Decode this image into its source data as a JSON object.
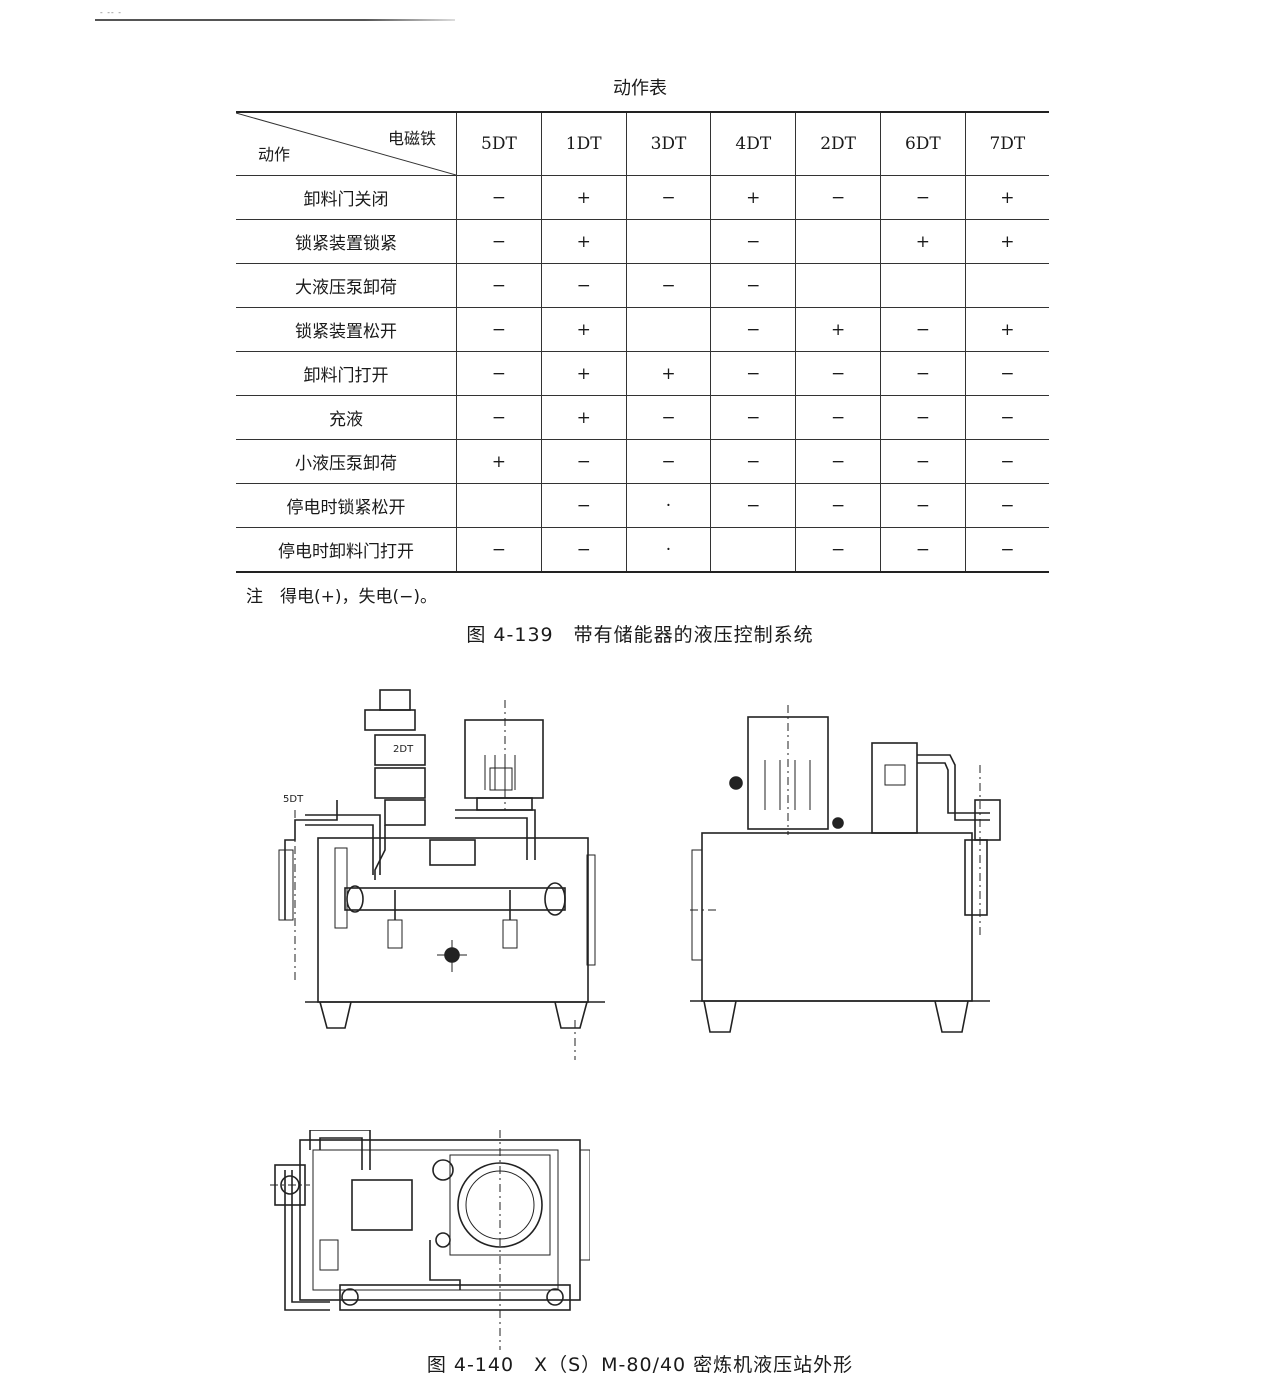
{
  "page": {
    "top_marks": "- -- -",
    "table_title": "动作表",
    "table": {
      "corner_top": "电磁铁",
      "corner_bottom": "动作",
      "columns": [
        "5DT",
        "1DT",
        "3DT",
        "4DT",
        "2DT",
        "6DT",
        "7DT"
      ],
      "rows": [
        {
          "action": "卸料门关闭",
          "cells": [
            "−",
            "+",
            "−",
            "+",
            "−",
            "−",
            "+"
          ]
        },
        {
          "action": "锁紧装置锁紧",
          "cells": [
            "−",
            "+",
            "",
            "−",
            "",
            "+",
            "+"
          ]
        },
        {
          "action": "大液压泵卸荷",
          "cells": [
            "−",
            "−",
            "−",
            "−",
            "",
            "",
            ""
          ]
        },
        {
          "action": "锁紧装置松开",
          "cells": [
            "−",
            "+",
            "",
            "−",
            "+",
            "−",
            "+"
          ]
        },
        {
          "action": "卸料门打开",
          "cells": [
            "−",
            "+",
            "+",
            "−",
            "−",
            "−",
            "−"
          ]
        },
        {
          "action": "充液",
          "cells": [
            "−",
            "+",
            "−",
            "−",
            "−",
            "−",
            "−"
          ]
        },
        {
          "action": "小液压泵卸荷",
          "cells": [
            "+",
            "−",
            "−",
            "−",
            "−",
            "−",
            "−"
          ]
        },
        {
          "action": "停电时锁紧松开",
          "cells": [
            "",
            "−",
            "·",
            "−",
            "−",
            "−",
            "−"
          ]
        },
        {
          "action": "停电时卸料门打开",
          "cells": [
            "−",
            "−",
            "·",
            "",
            "−",
            "−",
            "−"
          ]
        }
      ]
    },
    "note": "注　得电(+)，失电(−)。",
    "caption_top": "图 4-139　带有储能器的液压控制系统",
    "drawing_labels": {
      "label_5dt": "5DT",
      "label_2dt": "2DT"
    },
    "caption_bottom": "图 4-140　X（S）M-80/40 密炼机液压站外形"
  }
}
